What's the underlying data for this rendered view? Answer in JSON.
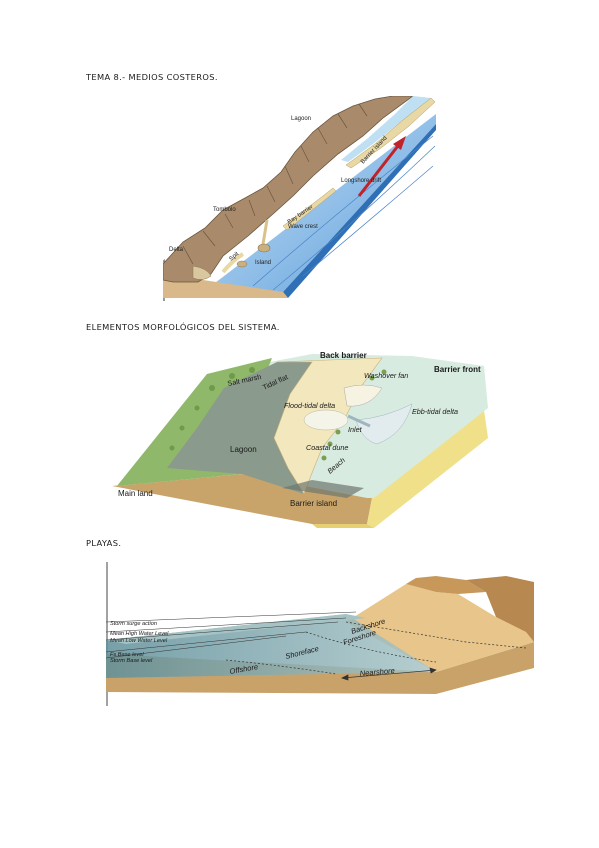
{
  "headings": {
    "section1": "TEMA 8.- MEDIOS COSTEROS.",
    "section2": "ELEMENTOS MORFOLÓGICOS DEL SISTEMA.",
    "section3": "PLAYAS."
  },
  "figure1": {
    "labels": {
      "lagoon": "Lagoon",
      "barrier_island": "Barrier island",
      "longshore_drift": "Longshore drift",
      "tombolo": "Tombolo",
      "bay_barrier": "Bay barrier",
      "wave_crest": "Wave crest",
      "delta": "Delta",
      "spit": "Spit",
      "island": "Island"
    }
  },
  "figure2": {
    "labels": {
      "back_barrier": "Back barrier",
      "barrier_front": "Barrier front",
      "salt_marsh": "Salt marsh",
      "tidal_flat": "Tidal flat",
      "washover_fan": "Washover fan",
      "flood_tidal_delta": "Flood-tidal delta",
      "ebb_tidal_delta": "Ebb-tidal delta",
      "inlet": "Inlet",
      "lagoon": "Lagoon",
      "coastal_dune": "Coastal dune",
      "beach": "Beach",
      "main_land": "Main land",
      "barrier_island": "Barrier island"
    }
  },
  "figure3": {
    "labels": {
      "storm_surge": "Storm surge action",
      "mean_high_water": "Mean High Water Level",
      "mean_low_water": "Mean Low Water Level",
      "fw_base": "Fs Base level",
      "storm_base": "Storm Base level",
      "backshore": "Backshore",
      "foreshore": "Foreshore",
      "shoreface": "Shoreface",
      "offshore": "Offshore",
      "nearshore": "Nearshore"
    }
  }
}
